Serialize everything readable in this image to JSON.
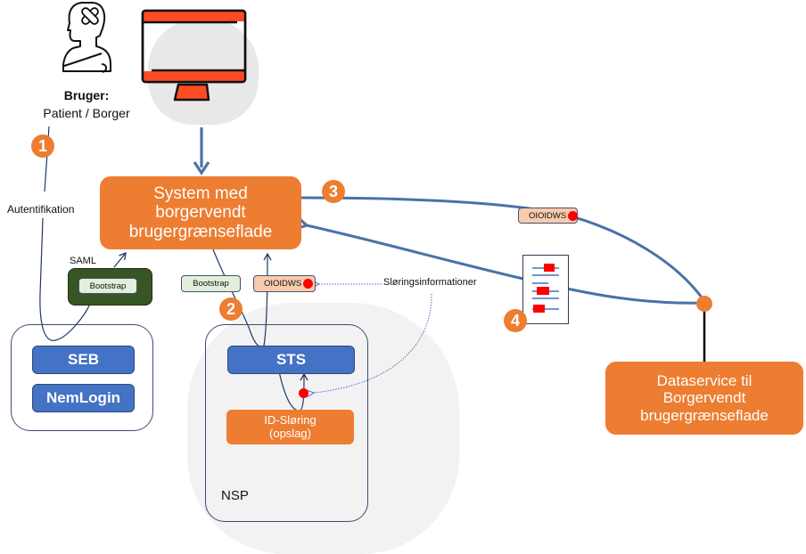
{
  "user": {
    "title": "Bruger:",
    "subtitle": "Patient / Borger",
    "icon": "injured-person-icon"
  },
  "screen_icon": "desktop-monitor-icon",
  "system_box": {
    "lines": [
      "System med",
      "borgervendt",
      "brugergrænseflade"
    ]
  },
  "labels": {
    "autentifikation": "Autentifikation",
    "saml": "SAML",
    "sloeringsinformationer": "Sløringsinformationer",
    "nsp": "NSP"
  },
  "tokens": {
    "saml_bootstrap": "Bootstrap",
    "bootstrap": "Bootstrap",
    "oioidws_sts": "OIOIDWS",
    "oioidws_data": "OIOIDWS"
  },
  "idp": {
    "items": [
      "SEB",
      "NemLogin"
    ]
  },
  "nsp": {
    "sts": "STS",
    "id_sloering": [
      "ID-Sløring",
      "(opslag)"
    ]
  },
  "dataservice_box": {
    "lines": [
      "Dataservice til",
      "Borgervendt",
      "brugergrænseflade"
    ]
  },
  "steps": [
    "1",
    "2",
    "3",
    "4"
  ],
  "colors": {
    "orange": "#ED7D31",
    "blue": "#4472C4",
    "flow_blue": "#4A72A8",
    "dark_green": "#375623",
    "token_green": "#E2EFDA",
    "token_peach": "#F8CBAD",
    "red": "#FF0000",
    "monitor_red": "#FF4B24"
  }
}
